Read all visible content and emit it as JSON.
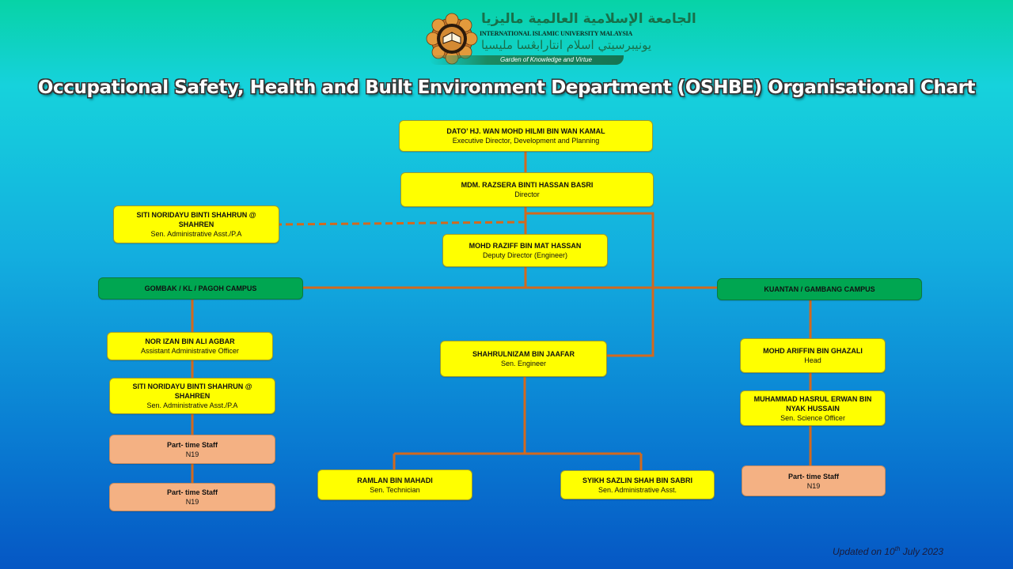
{
  "logo": {
    "arabic_name": "الجامعة الإسلامية العالمية ماليزيا",
    "english_name": "INTERNATIONAL ISLAMIC UNIVERSITY MALAYSIA",
    "jawi_name": "يونيبرسيتي اسلام انتارابڠسا مليسيا",
    "motto": "Garden of Knowledge and Virtue"
  },
  "title": "Occupational Safety, Health and Built Environment Department (OSHBE) Organisational Chart",
  "nodes": {
    "executive": {
      "name": "DATO’ HJ. WAN MOHD HILMI BIN WAN KAMAL",
      "role": "Executive Director, Development and Planning"
    },
    "director": {
      "name": "MDM. RAZSERA BINTI HASSAN BASRI",
      "role": "Director"
    },
    "pa": {
      "name": "SITI NORIDAYU BINTI SHAHRUN @ SHAHREN",
      "role": "Sen. Administrative Asst./P.A"
    },
    "deputy": {
      "name": "MOHD RAZIFF BIN MAT HASSAN",
      "role": "Deputy Director (Engineer)"
    },
    "gombak": {
      "name": "GOMBAK / KL / PAGOH CAMPUS"
    },
    "kuantan": {
      "name": "KUANTAN / GAMBANG CAMPUS"
    },
    "norizan": {
      "name": "NOR IZAN BIN  ALI AGBAR",
      "role": "Assistant Administrative Officer"
    },
    "siti2": {
      "name": "SITI NORIDAYU BINTI SHAHRUN @ SHAHREN",
      "role": "Sen. Administrative Asst./P.A"
    },
    "pt1": {
      "name": "Part- time Staff",
      "role": "N19"
    },
    "pt2": {
      "name": "Part- time Staff",
      "role": "N19"
    },
    "shahrul": {
      "name": "SHAHRULNIZAM BIN JAAFAR",
      "role": "Sen. Engineer"
    },
    "ramlan": {
      "name": "RAMLAN BIN MAHADI",
      "role": "Sen. Technician"
    },
    "syikh": {
      "name": "SYIKH SAZLIN SHAH BIN SABRI",
      "role": "Sen. Administrative Asst."
    },
    "ariffin": {
      "name": "MOHD ARIFFIN BIN GHAZALI",
      "role": "Head"
    },
    "hasrul": {
      "name": "MUHAMMAD HASRUL ERWAN BIN NYAK HUSSAIN",
      "role": "Sen. Science Officer"
    },
    "pt3": {
      "name": "Part- time Staff",
      "role": "N19"
    }
  },
  "colors": {
    "staff_box": "#ffff00",
    "campus_box": "#00a651",
    "part_time_box": "#f4b183",
    "connector": "#d2691e"
  },
  "footer": {
    "updated_prefix": "Updated on 10",
    "updated_sup": "th",
    "updated_suffix": " July 2023"
  }
}
